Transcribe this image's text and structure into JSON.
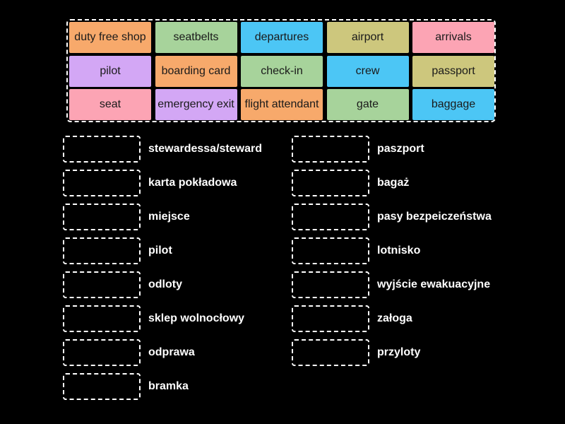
{
  "colors": {
    "orange": "#f7a96b",
    "green": "#a7d39b",
    "blue": "#4cc6f5",
    "olive": "#cdc77d",
    "pink": "#fca4b4",
    "purple": "#d3a7f5",
    "background": "#000000",
    "dash": "#ffffff"
  },
  "tiles": [
    {
      "text": "duty free shop",
      "color": "orange"
    },
    {
      "text": "seatbelts",
      "color": "green"
    },
    {
      "text": "departures",
      "color": "blue"
    },
    {
      "text": "airport",
      "color": "olive"
    },
    {
      "text": "arrivals",
      "color": "pink"
    },
    {
      "text": "pilot",
      "color": "purple"
    },
    {
      "text": "boarding card",
      "color": "orange"
    },
    {
      "text": "check-in",
      "color": "green"
    },
    {
      "text": "crew",
      "color": "blue"
    },
    {
      "text": "passport",
      "color": "olive"
    },
    {
      "text": "seat",
      "color": "pink"
    },
    {
      "text": "emergency exit",
      "color": "purple"
    },
    {
      "text": "flight attendant",
      "color": "orange"
    },
    {
      "text": "gate",
      "color": "green"
    },
    {
      "text": "baggage",
      "color": "blue"
    }
  ],
  "targets": {
    "left": [
      "stewardessa/steward",
      "karta pokładowa",
      "miejsce",
      "pilot",
      "odloty",
      "sklep wolnocłowy",
      "odprawa",
      "bramka"
    ],
    "right": [
      "paszport",
      "bagaż",
      "pasy bezpeiczeństwa",
      "lotnisko",
      "wyjście ewakuacyjne",
      "załoga",
      "przyloty"
    ]
  }
}
